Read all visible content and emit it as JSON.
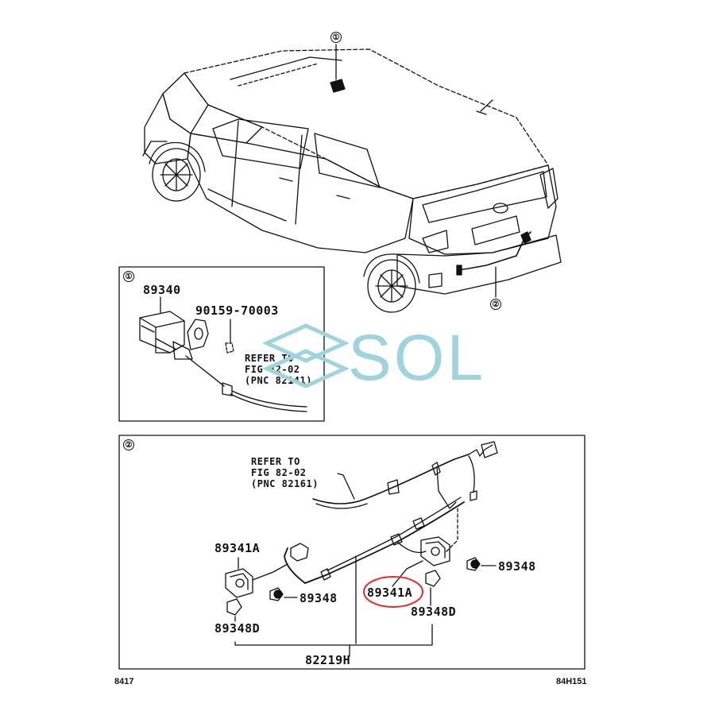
{
  "callouts": {
    "c1_marker": "①",
    "c2_marker": "②"
  },
  "panel1": {
    "marker": "①",
    "part_a": "89340",
    "part_b": "90159-70003",
    "refer": "REFER TO\nFIG 82-02\n(PNC 82141)"
  },
  "panel2": {
    "marker": "②",
    "refer": "REFER TO\nFIG 82-02\n(PNC 82161)",
    "left_sensor": "89341A",
    "left_cap": "89348",
    "left_retainer": "89348D",
    "right_cap": "89348",
    "right_sensor": "89341A",
    "right_retainer": "89348D",
    "harness": "82219H"
  },
  "footer": {
    "left_code": "8417",
    "right_code": "84H151"
  },
  "watermark": {
    "text": "SOL",
    "color": "#9fd3de"
  },
  "highlight_color": "#e23030"
}
